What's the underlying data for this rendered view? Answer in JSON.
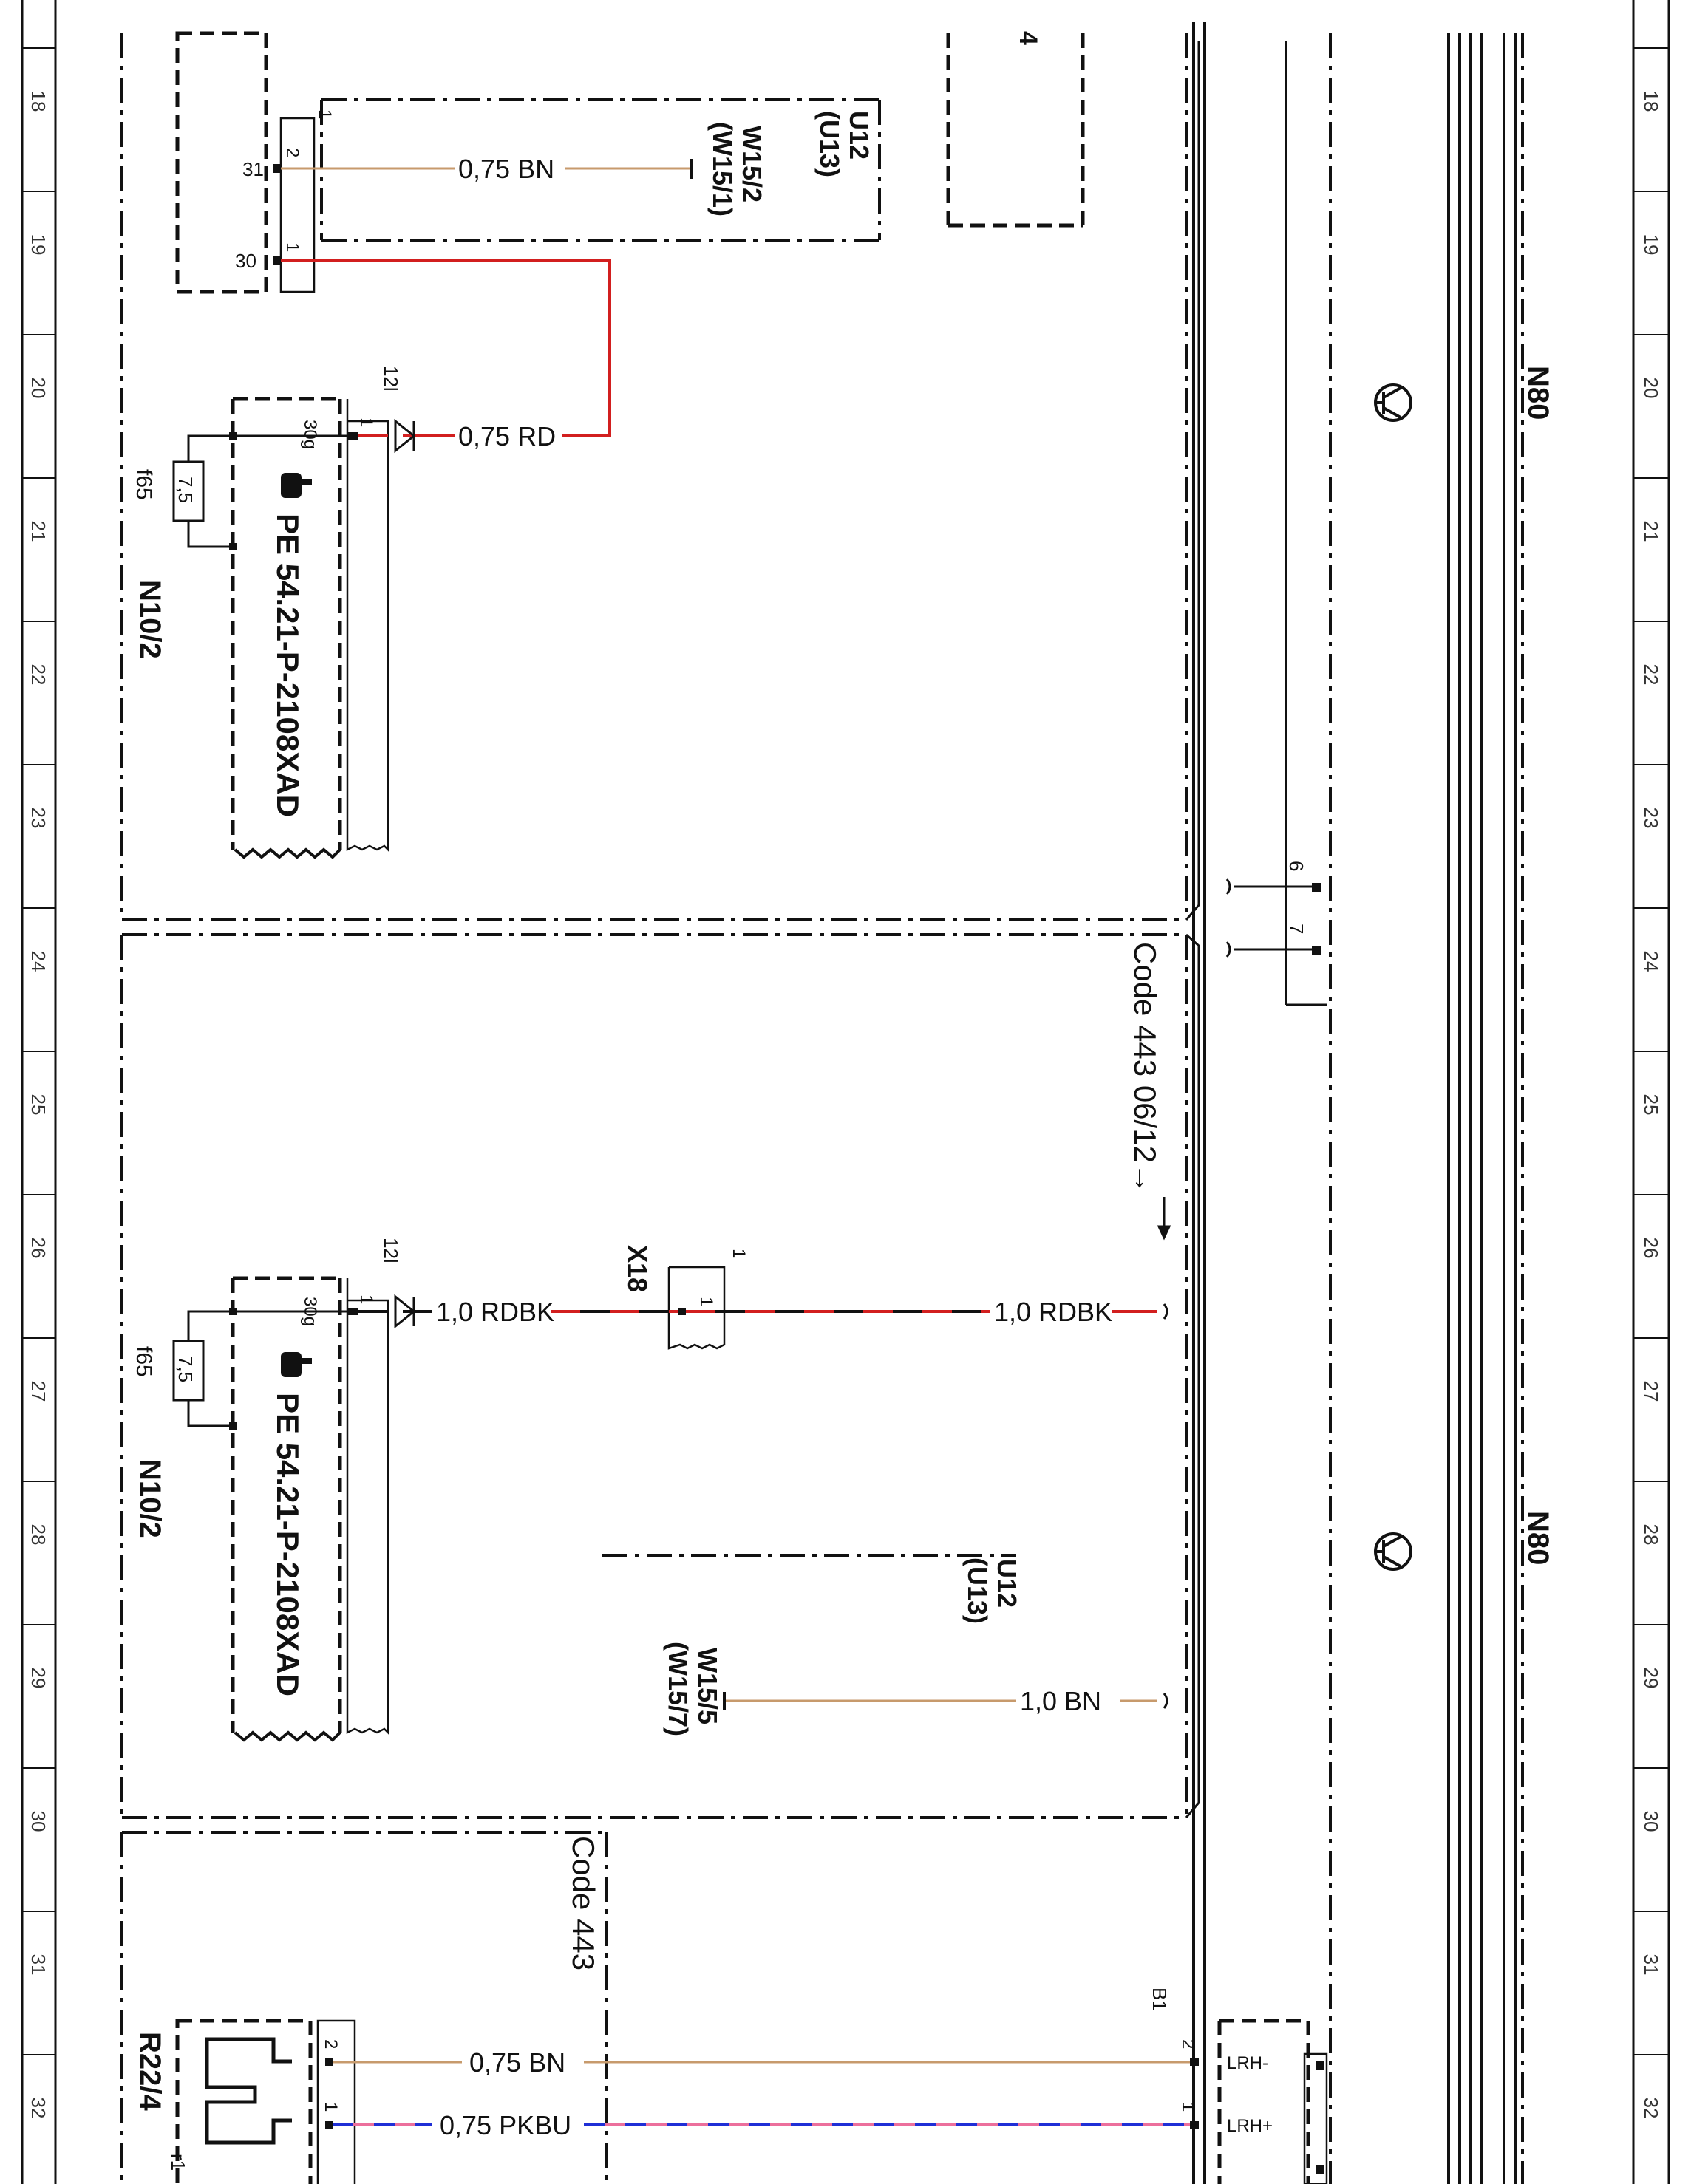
{
  "colors": {
    "BN": "#c79a6c",
    "RD": "#d21f1f",
    "BK": "#111111",
    "PK": "#ec6f9c",
    "BU": "#1f2fd6"
  },
  "grid_numbers": [
    "18",
    "19",
    "20",
    "21",
    "22",
    "23",
    "24",
    "25",
    "26",
    "27",
    "28",
    "29",
    "30",
    "31",
    "32"
  ],
  "components": {
    "u12_top": "U12",
    "u13_top": "(U13)",
    "w15_2": "W15/2",
    "w15_1": "(W15/1)",
    "u12_bottom": "U12",
    "u13_bottom": "(U13)",
    "w15_5": "W15/5",
    "w15_7": "(W15/7)",
    "n80_top": "N80",
    "n80_bottom": "N80",
    "n10_2_top": "N10/2",
    "n10_2_bottom": "N10/2",
    "pe_top": "PE 54.21-P-2108XAD",
    "pe_bottom": "PE 54.21-P-2108XAD",
    "x18": "X18",
    "r22_4": "R22/4",
    "box4": "4",
    "code443_top": "Code 443  06/12→",
    "code443_bottom": "Code 443",
    "fuse_top": "f65",
    "fuse_bottom": "f65",
    "fuse_rating": "7,5"
  },
  "wires": {
    "w1": "0,75 BN",
    "w2": "0,75 RD",
    "w3": "1,0 RDBK",
    "w4": "1,0 RDBK",
    "w5": "1,0 BN",
    "w6": "0,75 BN",
    "w7": "0,75 PKBU"
  },
  "pins": {
    "p31": "31",
    "p30": "30",
    "p2a": "2",
    "p1a": "1",
    "p1b": "1",
    "p12l_top": "12l",
    "p1c": "1",
    "p30g_top": "30g",
    "p12l_bottom": "12l",
    "p1d": "1",
    "p30g_bottom": "30g",
    "x18_1a": "1",
    "x18_1b": "1",
    "p6": "6",
    "p7": "7",
    "b1": "B1",
    "r1": "r1",
    "r22_2": "2",
    "r22_1": "1",
    "b1_2": "2",
    "b1_1": "1",
    "lrh_minus": "LRH-",
    "lrh_plus": "LRH+"
  }
}
